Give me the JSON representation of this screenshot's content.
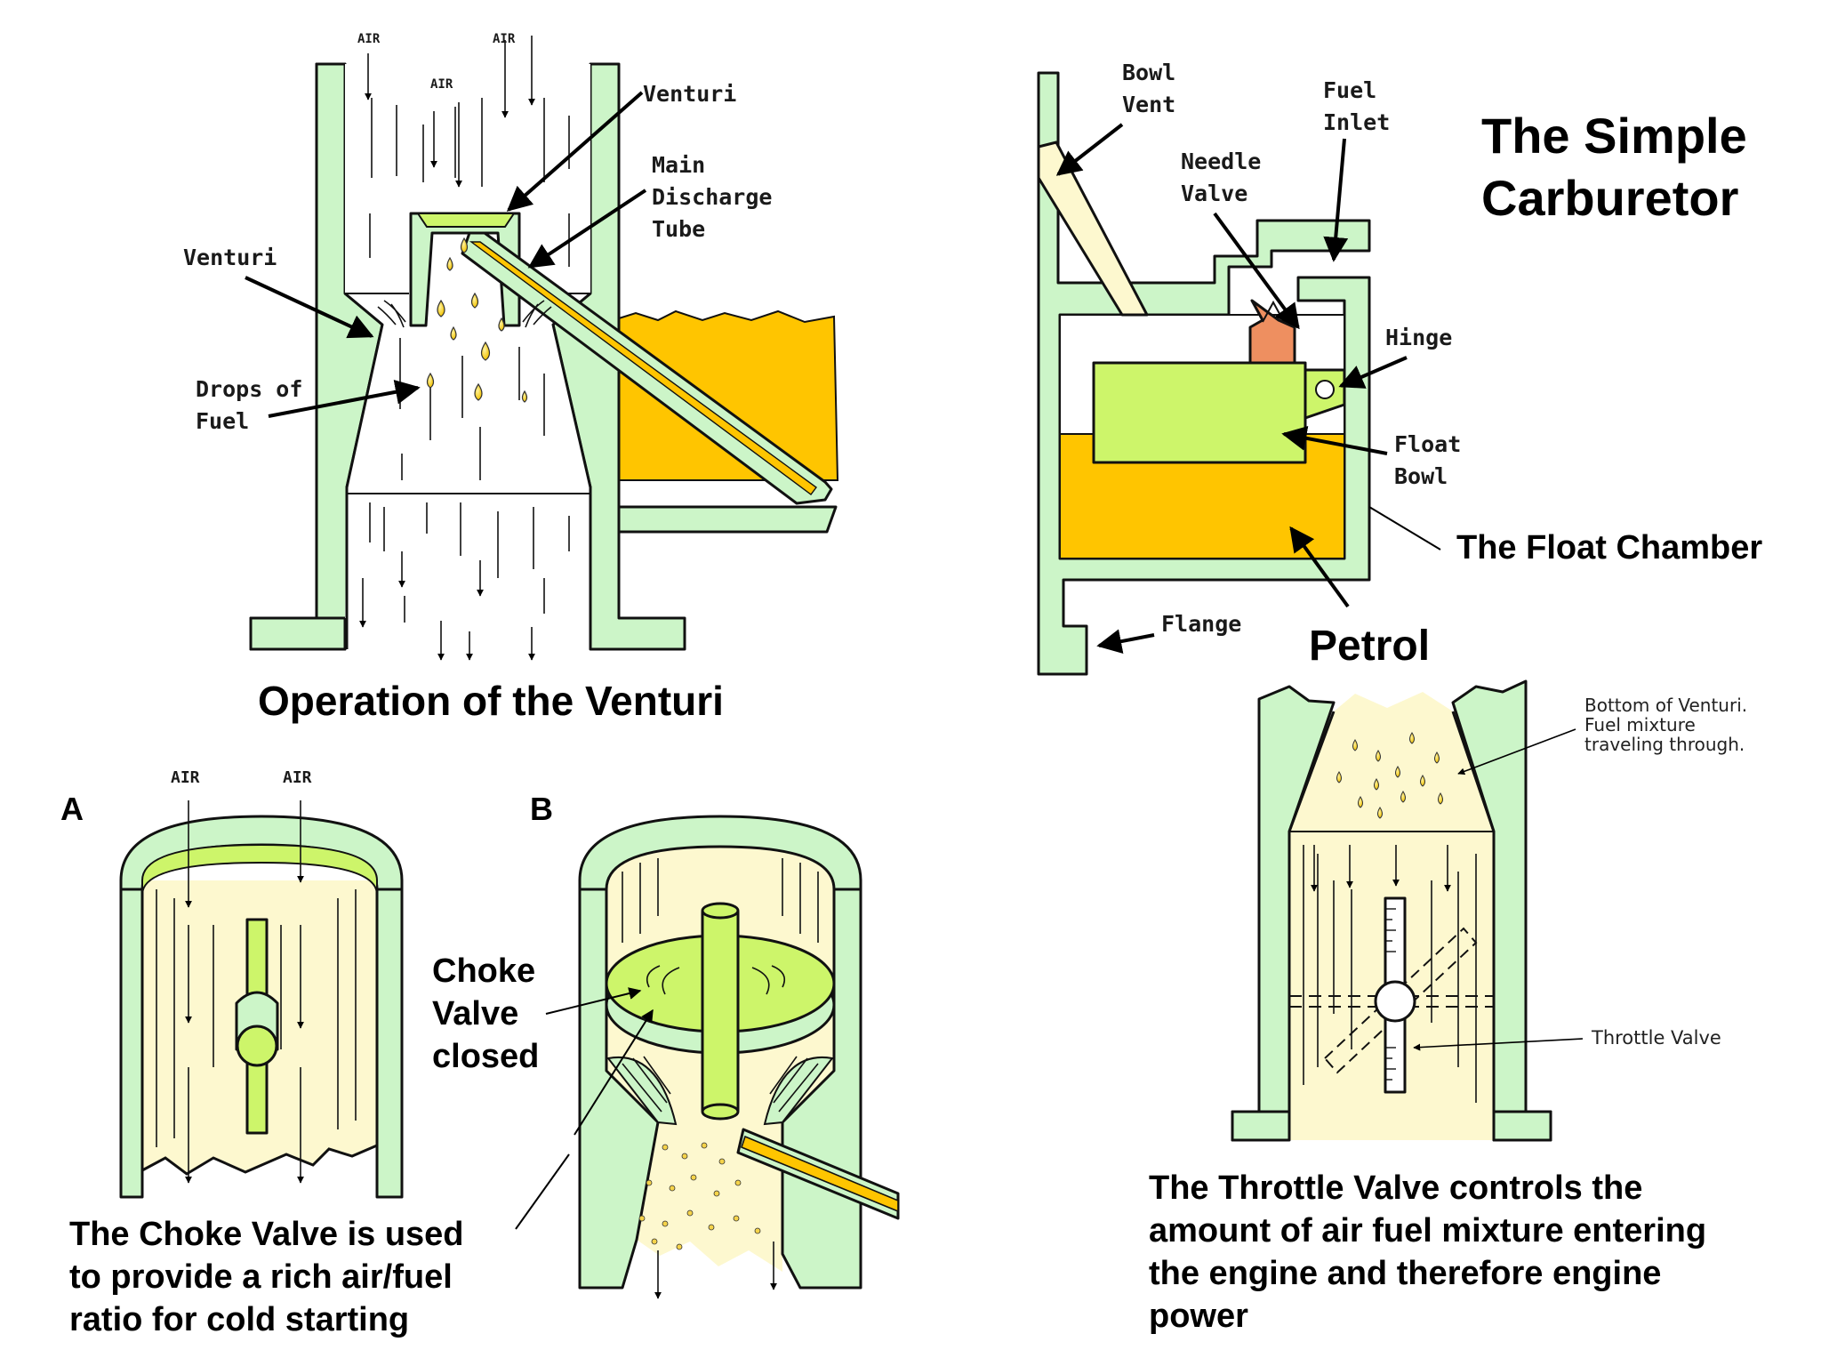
{
  "colors": {
    "body_green": "#ccf5c8",
    "bright_green": "#cdf56a",
    "cream": "#fdf8cf",
    "fuel_orange": "#ffc500",
    "needle": "#ee8f60",
    "outline": "#111111"
  },
  "venturi": {
    "air_left": "AIR",
    "air_center": "AIR",
    "air_right": "AIR",
    "label_venturi_top": "Venturi",
    "label_main_1": "Main",
    "label_main_2": "Discharge",
    "label_main_3": "Tube",
    "label_venturi_side": "Venturi",
    "label_drops_1": "Drops of",
    "label_drops_2": "Fuel",
    "caption": "Operation of the Venturi"
  },
  "float_chamber": {
    "title_1": "The Simple",
    "title_2": "Carburetor",
    "label_bowl_vent_1": "Bowl",
    "label_bowl_vent_2": "Vent",
    "label_fuel_inlet_1": "Fuel",
    "label_fuel_inlet_2": "Inlet",
    "label_needle_1": "Needle",
    "label_needle_2": "Valve",
    "label_hinge": "Hinge",
    "label_float_1": "Float",
    "label_float_2": "Bowl",
    "label_chamber": "The Float Chamber",
    "label_flange": "Flange",
    "label_petrol": "Petrol"
  },
  "choke": {
    "letter_a": "A",
    "letter_b": "B",
    "air_left": "AIR",
    "air_right": "AIR",
    "label_1": "Choke",
    "label_2": "Valve",
    "label_3": "closed",
    "caption_1": "The Choke Valve is used",
    "caption_2": "to provide a rich air/fuel",
    "caption_3": "ratio for cold starting"
  },
  "throttle": {
    "note_1": "Bottom of Venturi.",
    "note_2": "Fuel mixture",
    "note_3": "traveling through.",
    "label_valve": "Throttle Valve",
    "caption_1": "The Throttle Valve controls the",
    "caption_2": "amount of air fuel mixture entering",
    "caption_3": "the engine and therefore engine",
    "caption_4": "power"
  }
}
